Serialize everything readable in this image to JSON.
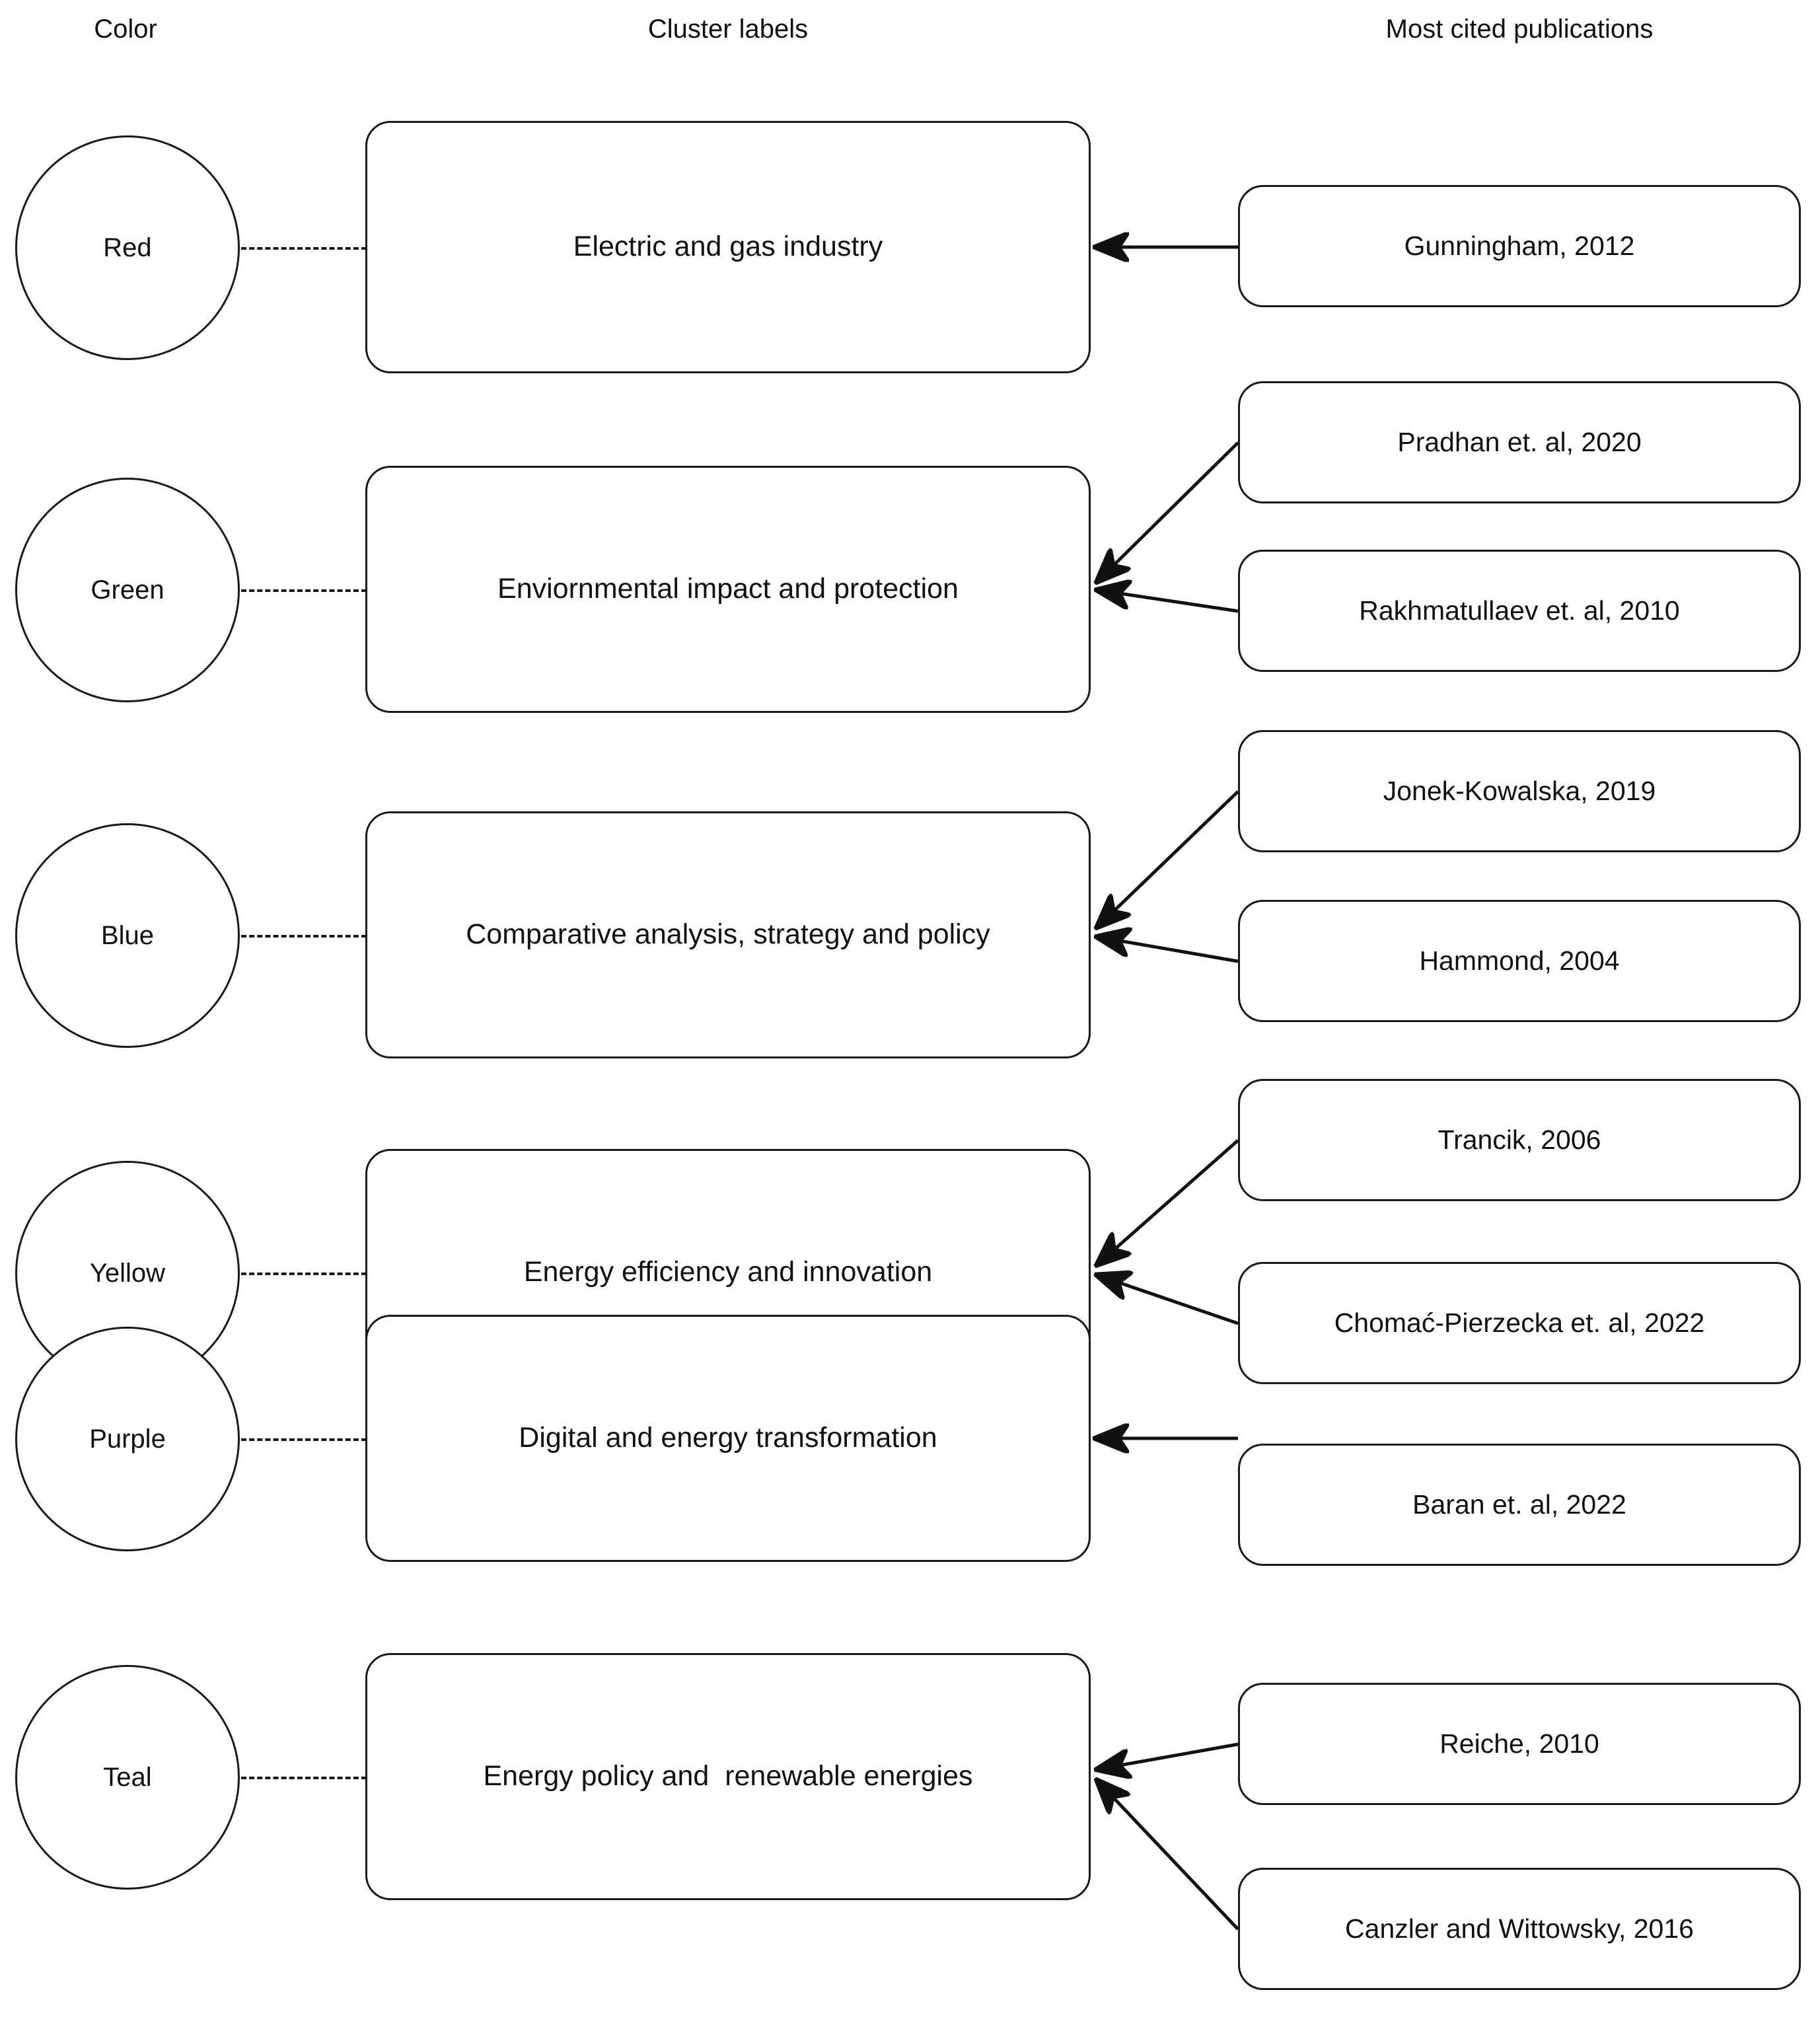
{
  "headers": {
    "color": "Color",
    "cluster": "Cluster labels",
    "publications": "Most cited publications"
  },
  "rows": [
    {
      "color": "Red",
      "color_hex": "#e8443a",
      "cluster": "Electric and gas industry",
      "publications": [
        "Gunningham, 2012"
      ]
    },
    {
      "color": "Green",
      "color_hex": "#2fa84f",
      "cluster": "Enviornmental impact and protection",
      "publications": [
        "Pradhan et. al, 2020",
        "Rakhmatullaev et. al, 2010"
      ]
    },
    {
      "color": "Blue",
      "color_hex": "#2b6cb0",
      "cluster": "Comparative analysis, strategy and policy",
      "publications": [
        "Jonek-Kowalska, 2019",
        "Hammond, 2004"
      ]
    },
    {
      "color": "Yellow",
      "color_hex": "#e8c93a",
      "cluster": "Energy efficiency and innovation",
      "publications": [
        "Trancik, 2006",
        "Chomać-Pierzecka et. al, 2022"
      ]
    },
    {
      "color": "Purple",
      "color_hex": "#8a4fbf",
      "cluster": "Digital and energy transformation",
      "publications": [
        "Baran et. al, 2022"
      ]
    },
    {
      "color": "Teal",
      "color_hex": "#26a69a",
      "cluster": "Energy policy and  renewable energies",
      "publications": [
        "Reiche, 2010",
        "Canzler and Wittowsky, 2016"
      ]
    }
  ]
}
